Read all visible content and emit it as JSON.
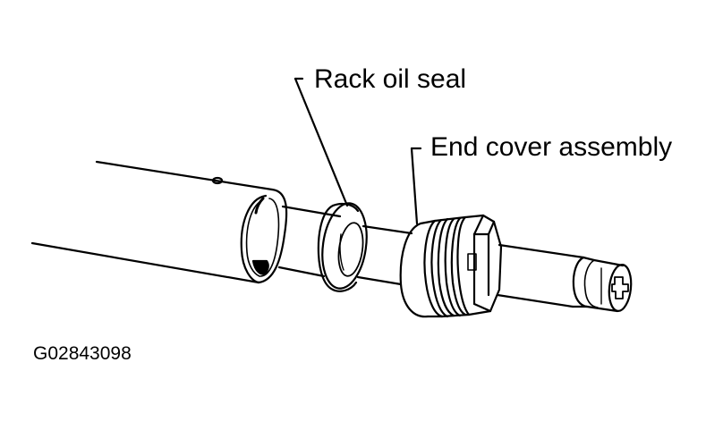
{
  "labels": {
    "rack_oil_seal": "Rack oil seal",
    "end_cover_assembly": "End cover assembly"
  },
  "figure_id": "G02843098",
  "colors": {
    "ink": "#000000",
    "paper": "#ffffff"
  }
}
